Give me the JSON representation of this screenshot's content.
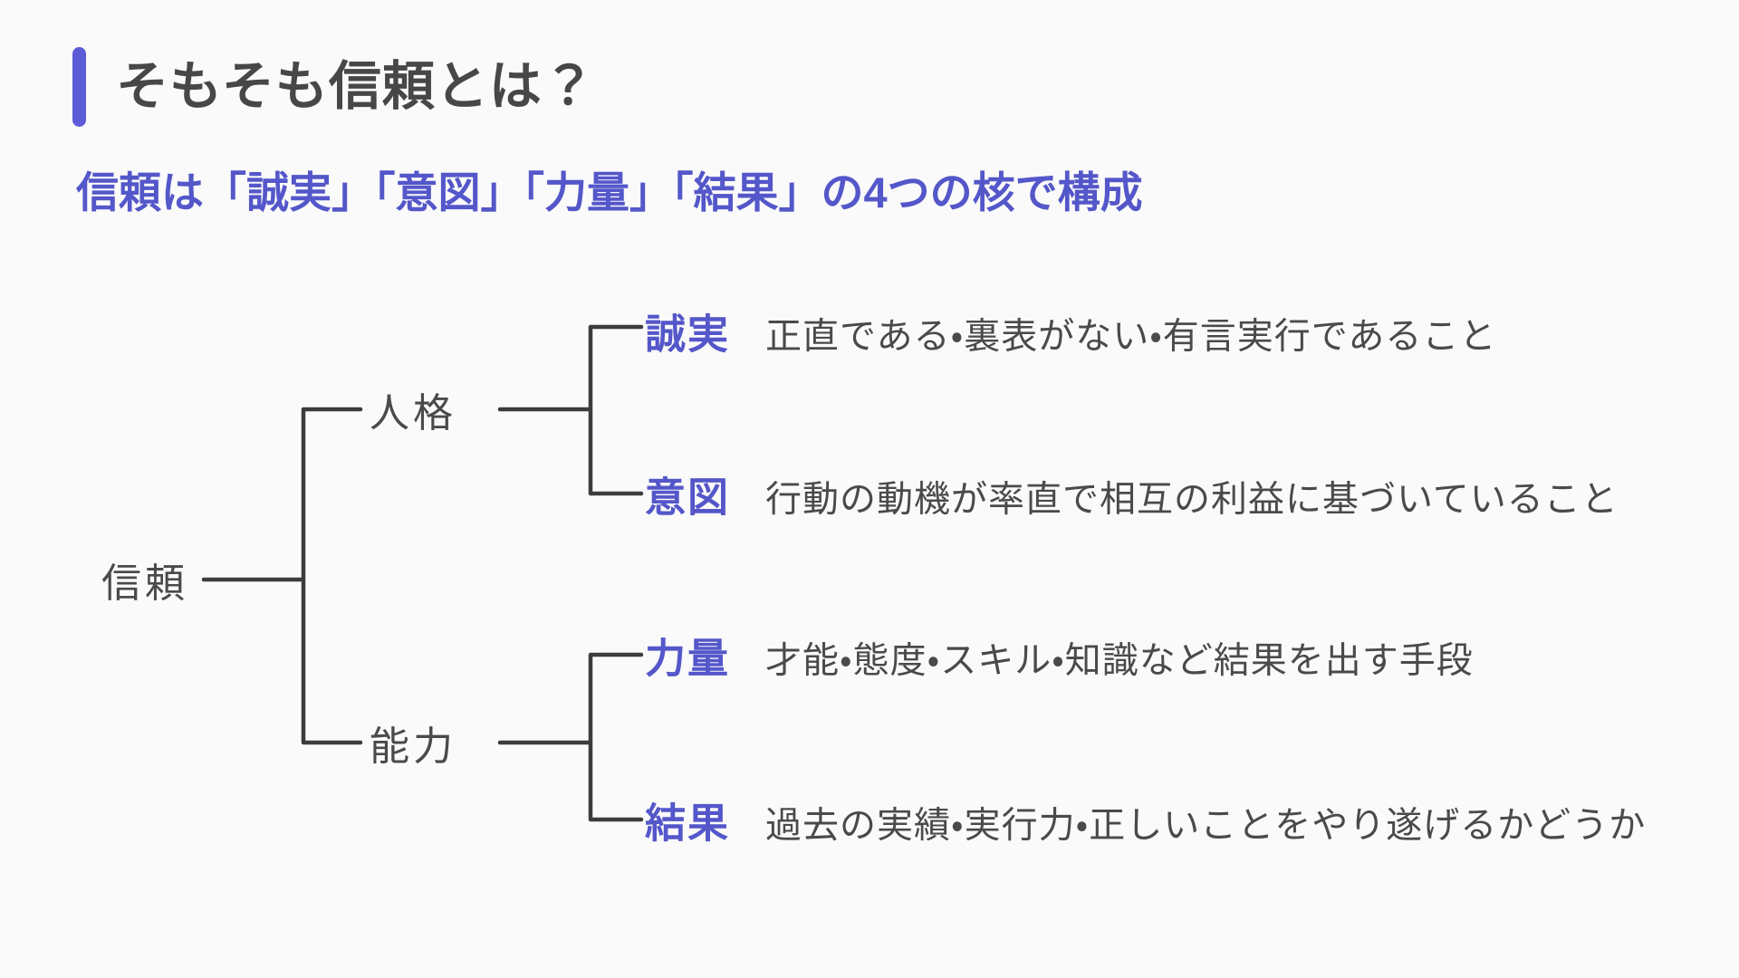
{
  "header": {
    "title": "そもそも信頼とは？"
  },
  "subtitle": {
    "text": "信頼は「誠実」「意図」「力量」「結果」の4つの核で構成"
  },
  "tree": {
    "root": {
      "label": "信頼"
    },
    "branches": [
      {
        "label": "人格",
        "children": [
          {
            "keyword": "誠実",
            "description": "正直である・裏表がない・有言実行であること"
          },
          {
            "keyword": "意図",
            "description": "行動の動機が率直で相互の利益に基づいていること"
          }
        ]
      },
      {
        "label": "能力",
        "children": [
          {
            "keyword": "力量",
            "description": "才能・態度・スキル・知識など結果を出す手段"
          },
          {
            "keyword": "結果",
            "description": "過去の実績・実行力・正しいことをやり遂げるかどうか"
          }
        ]
      }
    ]
  },
  "colors": {
    "background": "#FAFAFA",
    "accent_bar": "#5B5CD6",
    "heading_text": "#474747",
    "purple_text": "#5457C9",
    "body_text": "#4A4A4A",
    "line": "#3C3C3C"
  }
}
